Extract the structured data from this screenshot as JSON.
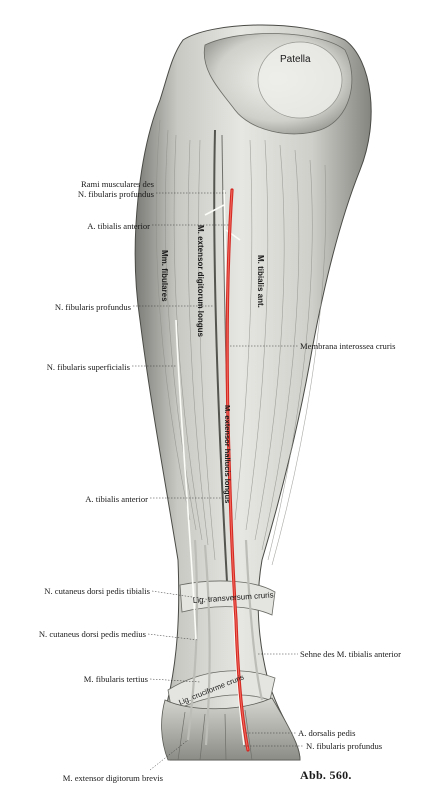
{
  "figure": {
    "caption": "Abb. 560.",
    "structure_labels": {
      "patella": "Patella",
      "mm_fibulares": "Mm. fibulares",
      "m_extensor_digitorum_longus": "M. extensor digitorum longus",
      "m_tibialis_ant": "M. tibialis ant.",
      "m_extensor_hallucis_longus": "M. extensor hallucis longus",
      "lig_transversum_cruris": "Lig. transversum cruris",
      "lig_cruciforme_cruris": "Lig. cruciforme cruris"
    },
    "labels_left": [
      {
        "id": "rami",
        "lines": [
          "Rami musculares des",
          "N. fibularis profundus"
        ]
      },
      {
        "id": "a-tib-ant-1",
        "lines": [
          "A. tibialis anterior"
        ]
      },
      {
        "id": "n-fib-prof",
        "lines": [
          "N. fibularis profundus"
        ]
      },
      {
        "id": "n-fib-sup",
        "lines": [
          "N. fibularis superficialis"
        ]
      },
      {
        "id": "a-tib-ant-2",
        "lines": [
          "A. tibialis anterior"
        ]
      },
      {
        "id": "n-cut-tib",
        "lines": [
          "N. cutaneus dorsi pedis tibialis"
        ]
      },
      {
        "id": "n-cut-med",
        "lines": [
          "N. cutaneus dorsi pedis medius"
        ]
      },
      {
        "id": "m-fib-tert",
        "lines": [
          "M. fibularis tertius"
        ]
      },
      {
        "id": "m-ext-dig-brev",
        "lines": [
          "M. extensor digitorum brevis"
        ]
      }
    ],
    "labels_right": [
      {
        "id": "membrana",
        "lines": [
          "Membrana interossea cruris"
        ]
      },
      {
        "id": "sehne",
        "lines": [
          "Sehne des M. tibialis anterior"
        ]
      },
      {
        "id": "a-dors-ped",
        "lines": [
          "A. dorsalis pedis"
        ]
      },
      {
        "id": "n-fib-prof-2",
        "lines": [
          "N. fibularis profundus"
        ]
      }
    ],
    "colors": {
      "artery": "#d42a24",
      "muscle": "#d8d8d4",
      "muscle_shadow": "#8f8f8a",
      "ink": "#1a1a1a"
    }
  }
}
